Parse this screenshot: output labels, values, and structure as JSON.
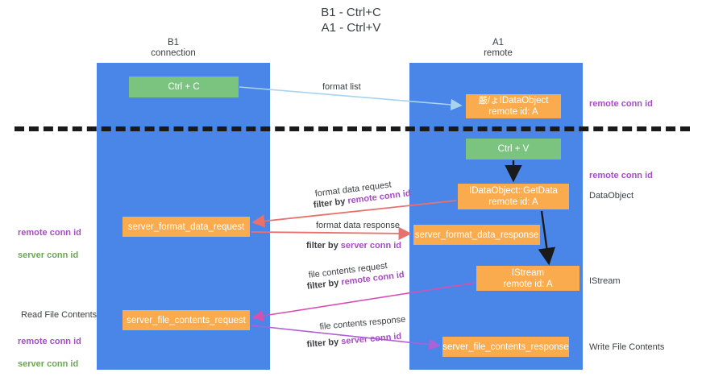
{
  "title": "B1 - Ctrl+C\nA1 - Ctrl+V",
  "columns": {
    "left": "B1\nconnection",
    "right": "A1\nremote"
  },
  "nodes": {
    "ctrl_c": "Ctrl + C",
    "data_object": "嚴/ょIDataObject\nremote id: A",
    "ctrl_v": "Ctrl + V",
    "get_data": "IDataObject::GetData\nremote id: A",
    "server_format_data_request": "server_format_data_request",
    "server_format_data_response": "server_format_data_response",
    "istream": "IStream\nremote id: A",
    "server_file_contents_request": "server_file_contents_request",
    "server_file_contents_response": "server_file_contents_response"
  },
  "arrow_labels": {
    "format_list": "format list",
    "format_data_request": "format data request",
    "filter_by": "filter by ",
    "remote_conn_id": "remote conn id",
    "format_data_response": "format data response",
    "server_conn_id": "server conn id",
    "file_contents_request": "file contents request",
    "file_contents_response": "file contents response"
  },
  "annotations": {
    "remote_conn_id_top": "remote conn id",
    "remote_conn_id_mid": "remote conn id",
    "data_object": "DataObject",
    "istream": "IStream",
    "write_file_contents": "Write File Contents",
    "read_file_contents": "Read File Contents",
    "left_remote_conn_id": "remote conn id",
    "left_server_conn_id": "server conn id",
    "left_remote_conn_id_2": "remote conn id",
    "left_server_conn_id_2": "server conn id"
  },
  "colors": {
    "lane": "#4a86e8",
    "green_node": "#7bc47f",
    "orange_node": "#f9ab4e",
    "purple_text": "#a64dc4",
    "green_text": "#6aa84f",
    "arrow_blue": "#a8d3ef",
    "arrow_red": "#e8716d",
    "arrow_magenta": "#d94fb0",
    "arrow_purple": "#b05fd6",
    "arrow_black": "#1a1a1a",
    "divider": "#1a1a1a"
  }
}
